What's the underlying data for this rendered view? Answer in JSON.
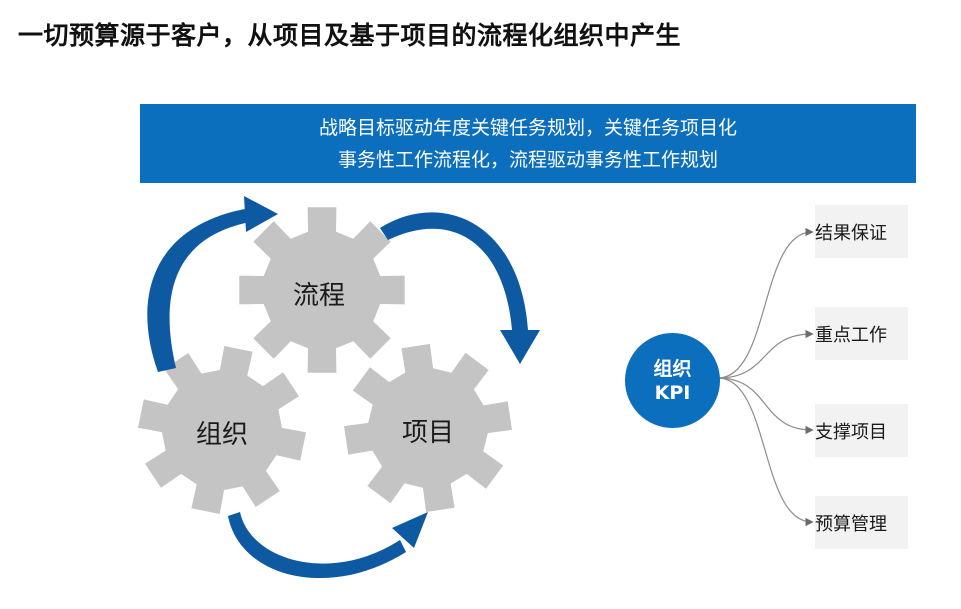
{
  "title": "一切预算源于客户，从项目及基于项目的流程化组织中产生",
  "banner": {
    "line1": "战略目标驱动年度关键任务规划，关键任务项目化",
    "line2": "事务性工作流程化，流程驱动事务性工作规划"
  },
  "gears": {
    "process": "流程",
    "organization": "组织",
    "project": "项目"
  },
  "kpi": {
    "line1": "组织",
    "line2": "KPI"
  },
  "branches": [
    "结果保证",
    "重点工作",
    "支撑项目",
    "预算管理"
  ],
  "colors": {
    "accent_blue": "#0b6fbd",
    "gear_gray": "#c4c4c4",
    "branch_bg": "#f2f2f2"
  }
}
